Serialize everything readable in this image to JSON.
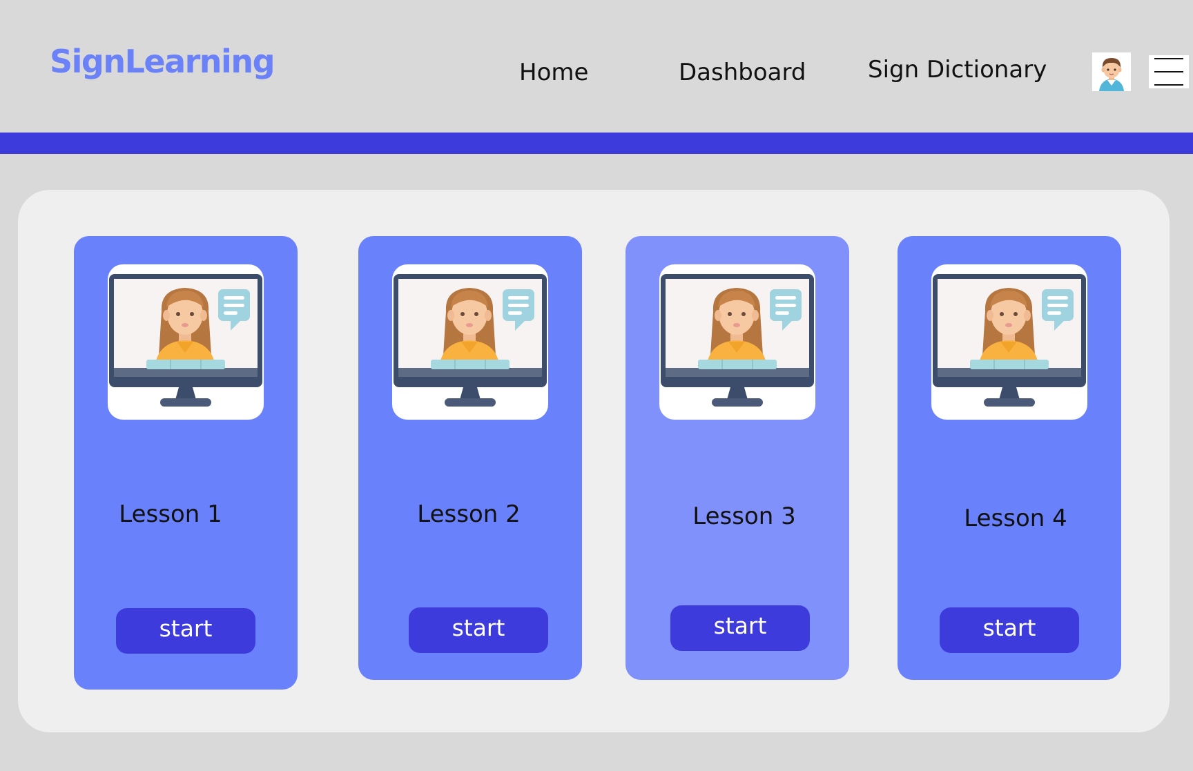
{
  "header": {
    "logo": "SignLearning",
    "nav": [
      {
        "label": "Home"
      },
      {
        "label": "Dashboard"
      },
      {
        "label": "Sign Dictionary"
      }
    ],
    "avatar_icon": "user-avatar-icon",
    "menu_icon": "hamburger-menu-icon"
  },
  "lessons": [
    {
      "title": "Lesson 1",
      "button": "start",
      "icon": "video-lesson-monitor-icon"
    },
    {
      "title": "Lesson 2",
      "button": "start",
      "icon": "video-lesson-monitor-icon"
    },
    {
      "title": "Lesson 3",
      "button": "start",
      "icon": "video-lesson-monitor-icon"
    },
    {
      "title": "Lesson 4",
      "button": "start",
      "icon": "video-lesson-monitor-icon"
    }
  ],
  "colors": {
    "brand": "#6a81f7",
    "accent_bar": "#3e3bdd",
    "card": "#6a81fc",
    "card_light": "#8091fb",
    "button": "#3e3bdd",
    "background": "#d9d9d9",
    "panel": "#efefef"
  }
}
